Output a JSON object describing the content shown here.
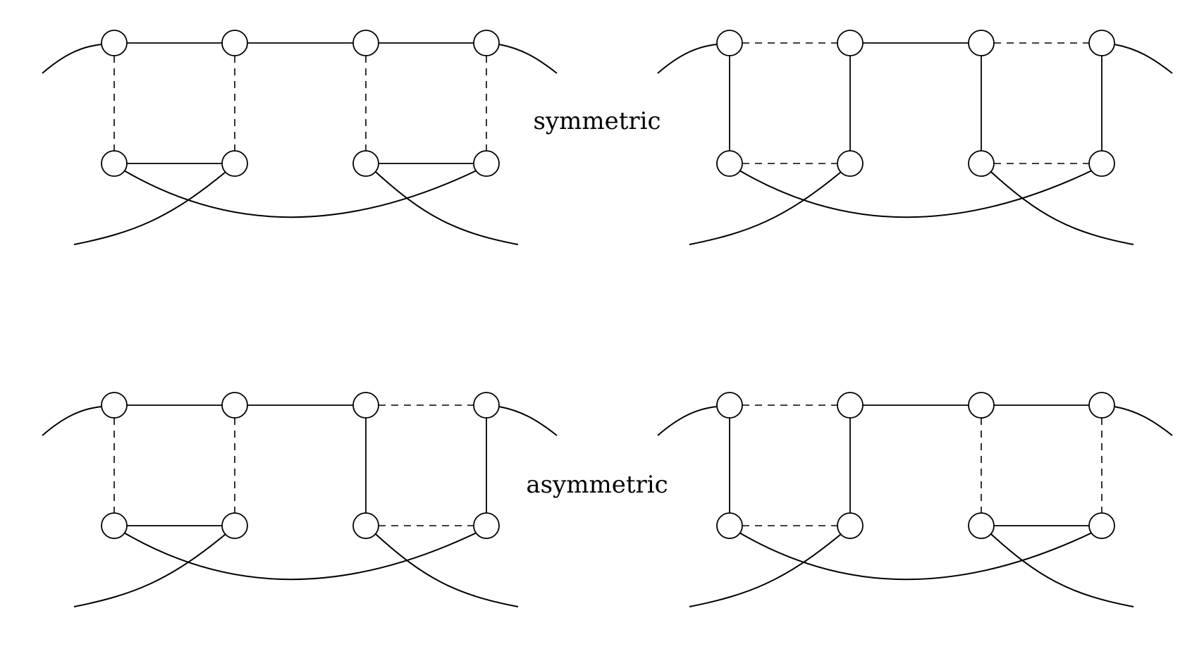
{
  "labels": {
    "symmetric": "symmetric",
    "asymmetric": "asymmetric"
  },
  "colors": {
    "stroke": "#000000",
    "node_fill": "#ffffff",
    "background": "#ffffff"
  },
  "diagrams": [
    {
      "name": "symmetric-left",
      "edges": [
        {
          "from": "t1",
          "to": "t2",
          "style": "solid"
        },
        {
          "from": "t2",
          "to": "t3",
          "style": "solid"
        },
        {
          "from": "t3",
          "to": "t4",
          "style": "solid"
        },
        {
          "from": "t1",
          "to": "b1",
          "style": "dashed"
        },
        {
          "from": "t2",
          "to": "b2",
          "style": "dashed"
        },
        {
          "from": "t3",
          "to": "b3",
          "style": "dashed"
        },
        {
          "from": "t4",
          "to": "b4",
          "style": "dashed"
        },
        {
          "from": "b1",
          "to": "b2",
          "style": "solid"
        },
        {
          "from": "b3",
          "to": "b4",
          "style": "solid"
        }
      ]
    },
    {
      "name": "symmetric-right",
      "edges": [
        {
          "from": "t1",
          "to": "t2",
          "style": "dashed"
        },
        {
          "from": "t2",
          "to": "t3",
          "style": "solid"
        },
        {
          "from": "t3",
          "to": "t4",
          "style": "dashed"
        },
        {
          "from": "t1",
          "to": "b1",
          "style": "solid"
        },
        {
          "from": "t2",
          "to": "b2",
          "style": "solid"
        },
        {
          "from": "t3",
          "to": "b3",
          "style": "solid"
        },
        {
          "from": "t4",
          "to": "b4",
          "style": "solid"
        },
        {
          "from": "b1",
          "to": "b2",
          "style": "dashed"
        },
        {
          "from": "b3",
          "to": "b4",
          "style": "dashed"
        }
      ]
    },
    {
      "name": "asymmetric-left",
      "edges": [
        {
          "from": "t1",
          "to": "t2",
          "style": "solid"
        },
        {
          "from": "t2",
          "to": "t3",
          "style": "solid"
        },
        {
          "from": "t3",
          "to": "t4",
          "style": "dashed"
        },
        {
          "from": "t1",
          "to": "b1",
          "style": "dashed"
        },
        {
          "from": "t2",
          "to": "b2",
          "style": "dashed"
        },
        {
          "from": "t3",
          "to": "b3",
          "style": "solid"
        },
        {
          "from": "t4",
          "to": "b4",
          "style": "solid"
        },
        {
          "from": "b1",
          "to": "b2",
          "style": "solid"
        },
        {
          "from": "b3",
          "to": "b4",
          "style": "dashed"
        }
      ]
    },
    {
      "name": "asymmetric-right",
      "edges": [
        {
          "from": "t1",
          "to": "t2",
          "style": "dashed"
        },
        {
          "from": "t2",
          "to": "t3",
          "style": "solid"
        },
        {
          "from": "t3",
          "to": "t4",
          "style": "solid"
        },
        {
          "from": "t1",
          "to": "b1",
          "style": "solid"
        },
        {
          "from": "t2",
          "to": "b2",
          "style": "solid"
        },
        {
          "from": "t3",
          "to": "b3",
          "style": "dashed"
        },
        {
          "from": "t4",
          "to": "b4",
          "style": "dashed"
        },
        {
          "from": "b1",
          "to": "b2",
          "style": "dashed"
        },
        {
          "from": "b3",
          "to": "b4",
          "style": "solid"
        }
      ]
    }
  ]
}
